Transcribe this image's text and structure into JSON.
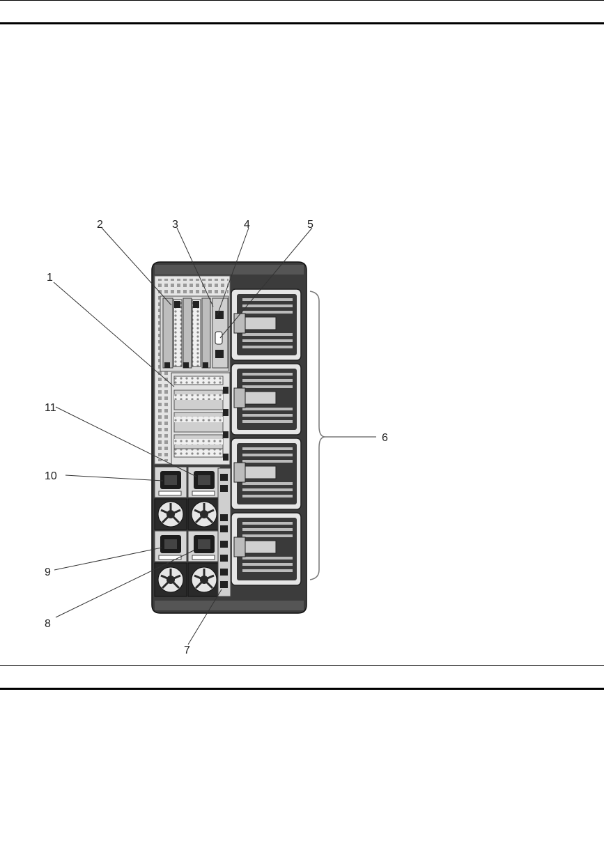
{
  "figure": {
    "callouts": [
      {
        "id": "callout-1",
        "label": "1"
      },
      {
        "id": "callout-2",
        "label": "2"
      },
      {
        "id": "callout-3",
        "label": "3"
      },
      {
        "id": "callout-4",
        "label": "4"
      },
      {
        "id": "callout-5",
        "label": "5"
      },
      {
        "id": "callout-6",
        "label": "6"
      },
      {
        "id": "callout-7",
        "label": "7"
      },
      {
        "id": "callout-8",
        "label": "8"
      },
      {
        "id": "callout-9",
        "label": "9"
      },
      {
        "id": "callout-10",
        "label": "10"
      },
      {
        "id": "callout-11",
        "label": "11"
      }
    ]
  },
  "colors": {
    "chassis": "#3a3a3a",
    "panel": "#e6e6e6",
    "metal": "#bdbdbd",
    "dark": "#1e1e1e",
    "leader": "#333333"
  }
}
